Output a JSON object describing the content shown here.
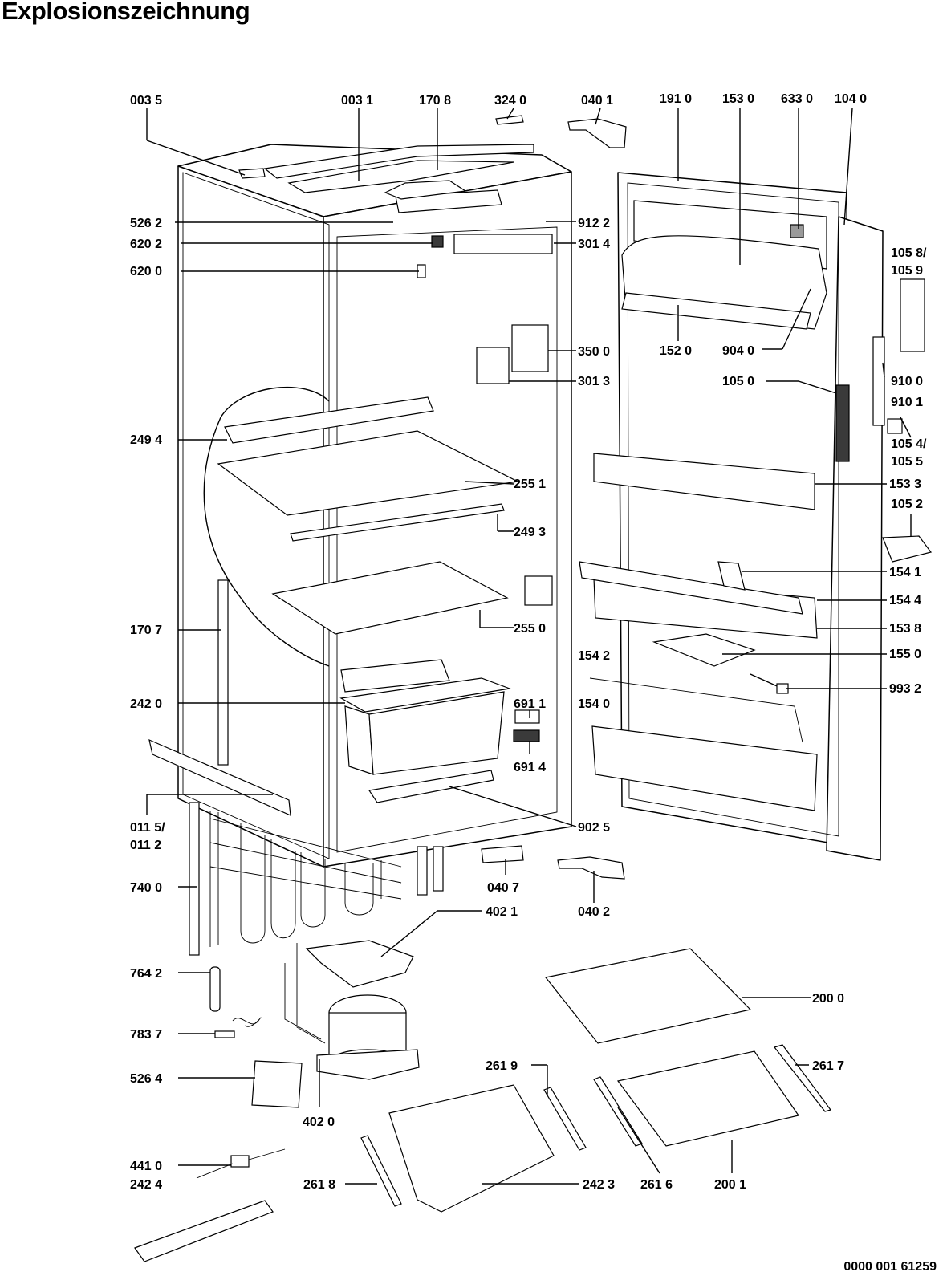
{
  "title": "Explosionszeichnung",
  "document_number": "0000 001 61259",
  "labels": {
    "l0035": "003 5",
    "l0031": "003 1",
    "l1708": "170 8",
    "l3240": "324 0",
    "l0401": "040 1",
    "l1910": "191 0",
    "l1530": "153 0",
    "l6330": "633 0",
    "l1040": "104 0",
    "l5262": "526 2",
    "l9122": "912 2",
    "l6202": "620 2",
    "l3014": "301 4",
    "l6200": "620 0",
    "l1058a": "105 8/",
    "l1058b": "105 9",
    "l1520": "152 0",
    "l9040": "904 0",
    "l3500": "350 0",
    "l3013": "301 3",
    "l1050": "105 0",
    "l9100": "910 0",
    "l9101": "910 1",
    "l2494": "249 4",
    "l1054a": "105 4/",
    "l1054b": "105 5",
    "l2551": "255 1",
    "l1533": "153 3",
    "l2493": "249 3",
    "l1052": "105 2",
    "l1541": "154 1",
    "l1544": "154 4",
    "l1707": "170 7",
    "l2550": "255 0",
    "l1538": "153 8",
    "l1542": "154 2",
    "l1550": "155 0",
    "l9932": "993 2",
    "l2420": "242 0",
    "l6911": "691 1",
    "l1540": "154 0",
    "l6914": "691 4",
    "l0115a": "011 5/",
    "l0115b": "011 2",
    "l9025": "902 5",
    "l7400": "740 0",
    "l0407": "040 7",
    "l0402": "040 2",
    "l4021": "402 1",
    "l7642": "764 2",
    "l2000": "200 0",
    "l7837": "783 7",
    "l5264": "526 4",
    "l2619": "261 9",
    "l2617": "261 7",
    "l4020": "402 0",
    "l4410": "441 0",
    "l2424": "242 4",
    "l2618": "261 8",
    "l2423": "242 3",
    "l2616": "261 6",
    "l2001": "200 1"
  }
}
